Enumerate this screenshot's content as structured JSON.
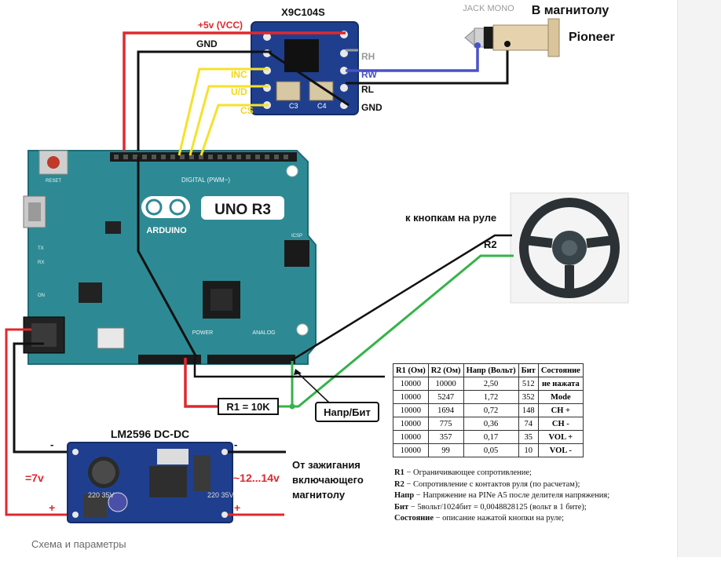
{
  "labels": {
    "chip": "X9C104S",
    "vcc": "+5v (VCC)",
    "gnd_top": "GND",
    "inc": "INC",
    "ud": "U/D",
    "cs": "CS",
    "rh": "RH",
    "rw": "RW",
    "rl": "RL",
    "gnd_chip": "GND",
    "jack": "JACK MONO",
    "to_radio": "В магнитолу",
    "pioneer": "Pioneer",
    "wheel": "к кнопкам на руле",
    "r2": "R2",
    "r1": "R1 = 10K",
    "napr": "Напр/Бит",
    "lm": "LM2596 DC-DC",
    "in_v": "=7v",
    "out_v": "~12...14v",
    "ign1": "От зажигания",
    "ign2": "включающего",
    "ign3": "магнитолу",
    "minus_left": "-",
    "minus_right": "-",
    "plus_left": "+",
    "plus_right": "+"
  },
  "board": {
    "title": "UNO R3",
    "brand": "ARDUINO",
    "digital": "DIGITAL (PWM~)",
    "analog": "ANALOG",
    "power": "POWER",
    "reset": "RESET",
    "icsp": "ICSP",
    "tx": "TX",
    "rx": "RX",
    "on": "ON"
  },
  "module": {
    "cap_left": "220 35V",
    "cap_right": "220 35V"
  },
  "table": {
    "headers": [
      "R1 (Ом)",
      "R2 (Ом)",
      "Напр (Вольт)",
      "Бит",
      "Состояние"
    ],
    "rows": [
      [
        "10000",
        "10000",
        "2,50",
        "512",
        "не нажата"
      ],
      [
        "10000",
        "5247",
        "1,72",
        "352",
        "Mode"
      ],
      [
        "10000",
        "1694",
        "0,72",
        "148",
        "CH +"
      ],
      [
        "10000",
        "775",
        "0,36",
        "74",
        "CH -"
      ],
      [
        "10000",
        "357",
        "0,17",
        "35",
        "VOL +"
      ],
      [
        "10000",
        "99",
        "0,05",
        "10",
        "VOL -"
      ]
    ]
  },
  "legend": [
    {
      "term": "R1",
      "text": " − Ограничивающее сопротивление;"
    },
    {
      "term": "R2",
      "text": " − Сопротивление с контактов руля (по расчетам);"
    },
    {
      "term": "Напр",
      "text": " − Напряжение на PINe A5 после делителя напряжения;"
    },
    {
      "term": "Бит",
      "text": " − 5вольт/1024бит = 0,0048828125 (вольт в 1 бите);"
    },
    {
      "term": "Состояние",
      "text": " − описание нажатой кнопки на руле;"
    }
  ],
  "caption": "Схема и параметры",
  "colors": {
    "red": "#e0282e",
    "black": "#111111",
    "yellow": "#f5e22a",
    "blue": "#4a52c8",
    "gray": "#9a9a9a",
    "green": "#36b34a",
    "board": "#2d8a94",
    "module": "#1f3f8e"
  }
}
